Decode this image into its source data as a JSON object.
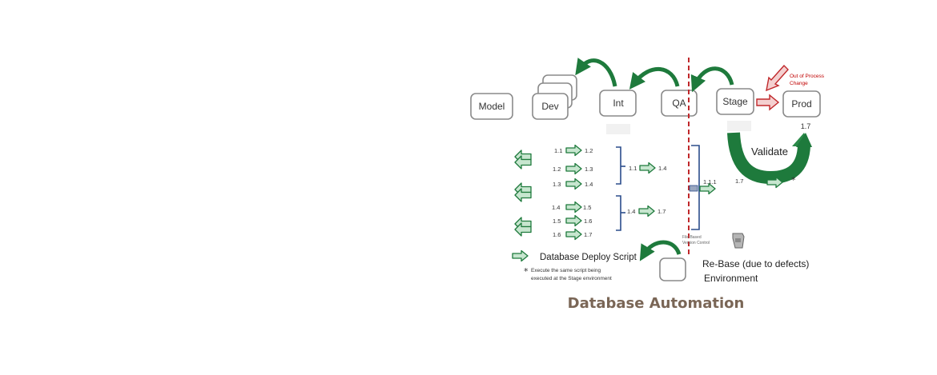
{
  "environments": {
    "model": "Model",
    "dev": "Dev",
    "int": "Int",
    "qa": "QA",
    "stage": "Stage",
    "prod": "Prod"
  },
  "out_of_process_line1": "Out of Process",
  "out_of_process_line2": "Change",
  "prod_version": "1.7",
  "validate_label": "Validate",
  "dev_versions": [
    {
      "from": "1.1",
      "to": "1.2"
    },
    {
      "from": "1.2",
      "to": "1.3"
    },
    {
      "from": "1.3",
      "to": "1.4"
    },
    {
      "from": "1.4",
      "to": "1.5"
    },
    {
      "from": "1.5",
      "to": "1.6"
    },
    {
      "from": "1.6",
      "to": "1.7"
    }
  ],
  "int_versions": [
    {
      "from": "1.1",
      "to": "1.4"
    },
    {
      "from": "1.4",
      "to": "1.7"
    }
  ],
  "qa_version": "1.1.1",
  "stage_version": "1.7",
  "star_mark": "*",
  "file_based_line1": "File Based",
  "file_based_line2": "Version Control",
  "legend_label": "Database Deploy Script",
  "note_line1": "Execute the same script being",
  "note_line2": "executed at the Stage environment",
  "rebase_line1": "Re-Base (due to defects)",
  "rebase_line2": "Environment",
  "title": "Database Automation",
  "colors": {
    "green_dark": "#1e7a3c",
    "green_light": "#c7e6cf",
    "green_arrow": "#238a45",
    "red_dash": "#c0282b",
    "box_border": "#8a8a8a",
    "title": "#7a6656"
  }
}
